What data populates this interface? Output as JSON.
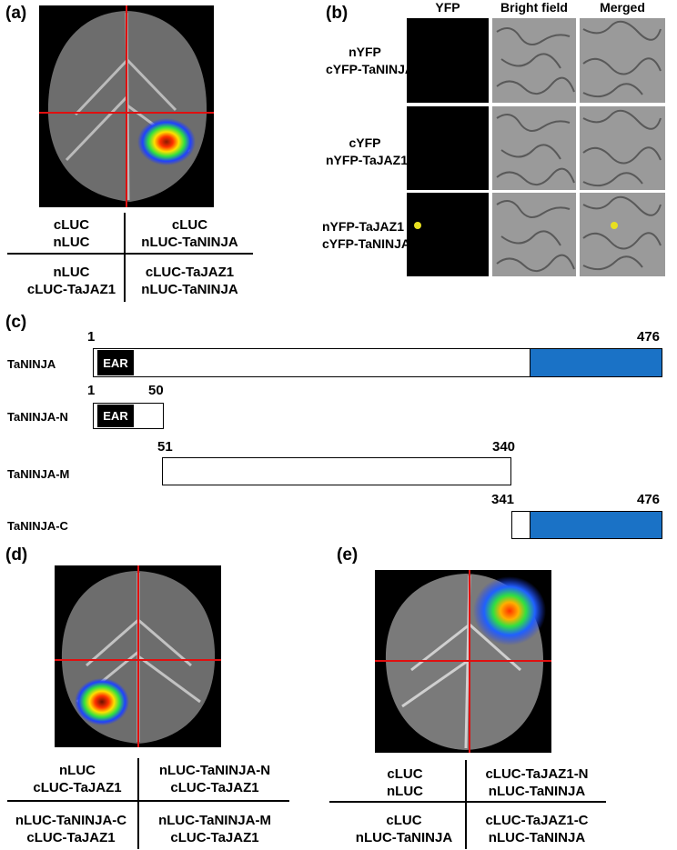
{
  "panels": {
    "a": {
      "label": "(a)",
      "cells": {
        "top_left": [
          "cLUC",
          "nLUC"
        ],
        "top_right": [
          "cLUC",
          "nLUC-TaNINJA"
        ],
        "bottom_left": [
          "nLUC",
          "cLUC-TaJAZ1"
        ],
        "bottom_right": [
          "cLUC-TaJAZ1",
          "nLUC-TaNINJA"
        ]
      }
    },
    "b": {
      "label": "(b)",
      "columns": [
        "YFP",
        "Bright field",
        "Merged"
      ],
      "rows": [
        [
          "nYFP",
          "cYFP-TaNINJA"
        ],
        [
          "cYFP",
          "nYFP-TaJAZ1"
        ],
        [
          "nYFP-TaJAZ1",
          "cYFP-TaNINJA"
        ]
      ]
    },
    "c": {
      "label": "(c)",
      "constructs": [
        {
          "name": "TaNINJA",
          "start": "1",
          "end": "476",
          "domain": "EAR"
        },
        {
          "name": "TaNINJA-N",
          "start": "1",
          "end": "50",
          "domain": "EAR"
        },
        {
          "name": "TaNINJA-M",
          "start": "51",
          "end": "340"
        },
        {
          "name": "TaNINJA-C",
          "start": "341",
          "end": "476"
        }
      ]
    },
    "d": {
      "label": "(d)",
      "cells": {
        "top_left": [
          "nLUC",
          "cLUC-TaJAZ1"
        ],
        "top_right": [
          "nLUC-TaNINJA-N",
          "cLUC-TaJAZ1"
        ],
        "bottom_left": [
          "nLUC-TaNINJA-C",
          "cLUC-TaJAZ1"
        ],
        "bottom_right": [
          "nLUC-TaNINJA-M",
          "cLUC-TaJAZ1"
        ]
      }
    },
    "e": {
      "label": "(e)",
      "cells": {
        "top_left": [
          "cLUC",
          "nLUC"
        ],
        "top_right": [
          "cLUC-TaJAZ1-N",
          "nLUC-TaNINJA"
        ],
        "bottom_left": [
          "cLUC",
          "nLUC-TaNINJA"
        ],
        "bottom_right": [
          "cLUC-TaJAZ1-C",
          "nLUC-TaNINJA"
        ]
      }
    }
  },
  "colors": {
    "protein_c_domain": "#1a72c6",
    "crosshair": "#e01010",
    "luminescence_high": "#ff2a00",
    "luminescence_low": "#2040ff"
  }
}
